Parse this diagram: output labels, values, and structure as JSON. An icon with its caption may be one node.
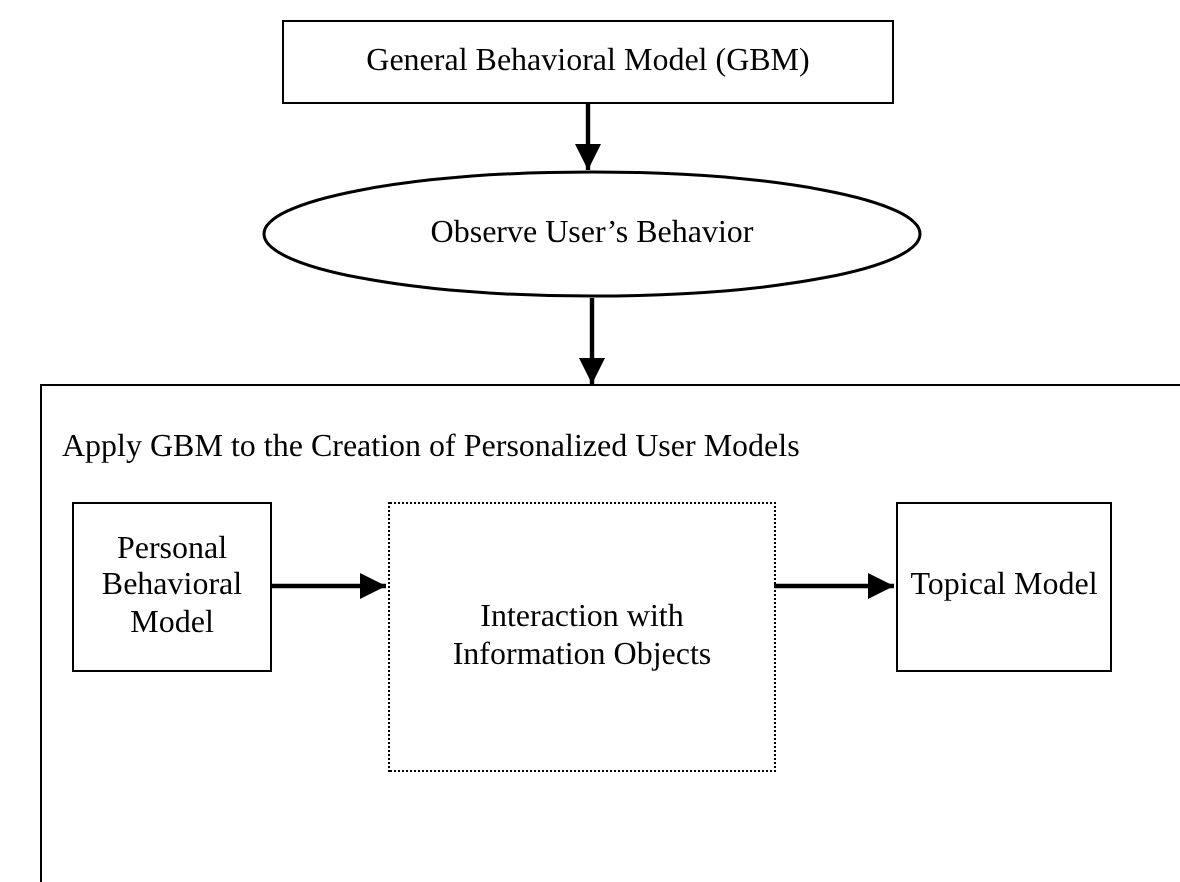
{
  "diagram": {
    "nodes": [
      {
        "text": [
          "General Behavioral Model (GBM)"
        ]
      },
      {
        "text": [
          "Observe User’s Behavior"
        ]
      },
      {
        "text": [
          "Apply GBM to the Creation of Personalized User Models"
        ]
      },
      {
        "text": [
          "Personal Behavioral Model"
        ],
        "in": 2
      },
      {
        "text": [
          "Interaction with Information Objects"
        ],
        "in": 2
      },
      {
        "text": [
          "Topical Model"
        ],
        "in": 2
      }
    ],
    "edges": [
      {
        "from": 0,
        "to": 1,
        "arrow": "to"
      },
      {
        "from": 1,
        "to": 2,
        "arrow": "to"
      },
      {
        "from": 3,
        "to": 4,
        "arrow": "to"
      },
      {
        "from": 4,
        "to": 5,
        "arrow": "to"
      }
    ]
  }
}
